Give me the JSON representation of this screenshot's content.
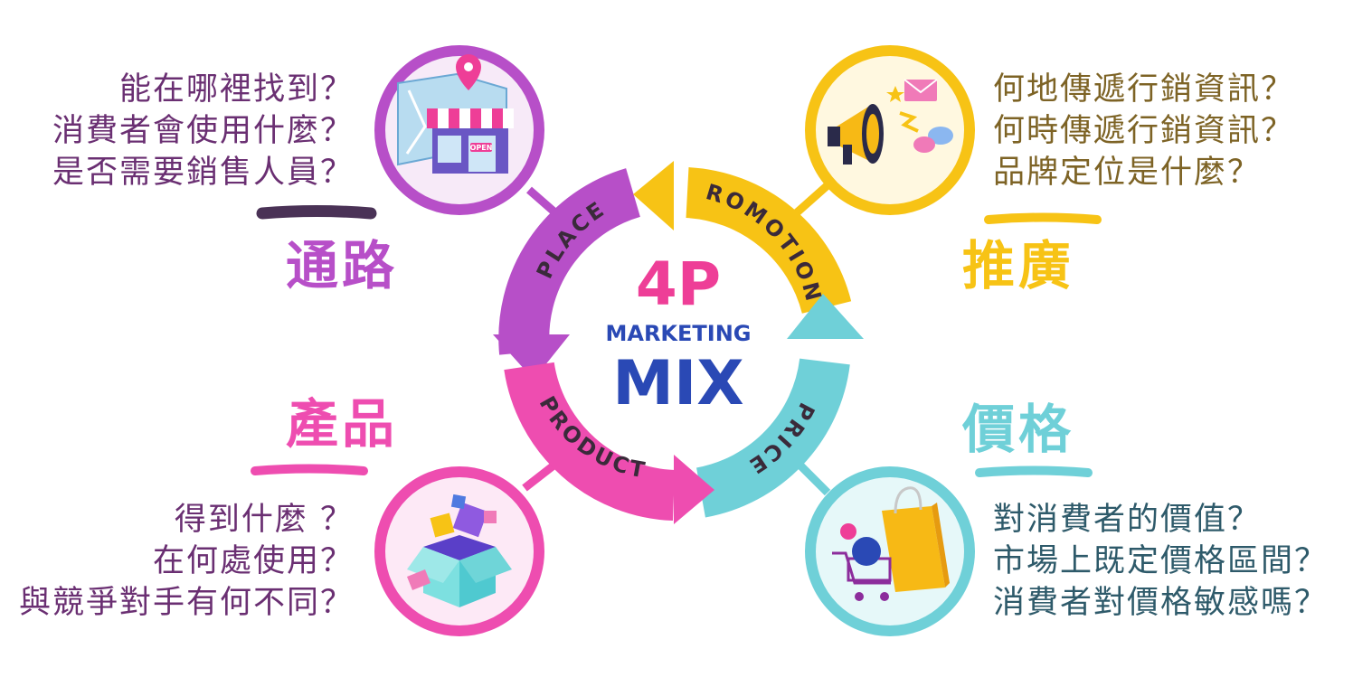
{
  "center": {
    "big": "4P",
    "middle": "MARKETING",
    "bottom": "MIX"
  },
  "arcs": {
    "place": "PLACE",
    "promotion": "PROMOTION",
    "price": "PRICE",
    "product": "PRODUCT"
  },
  "quadrants": {
    "place": {
      "title": "通路",
      "questions": [
        "能在哪裡找到？",
        "消費者會使用什麼？",
        "是否需要銷售人員？"
      ],
      "icon": "storefront-map-icon",
      "sign": "OPEN",
      "color": "#b74fc8"
    },
    "promotion": {
      "title": "推廣",
      "questions": [
        "何地傳遞行銷資訊？",
        "何時傳遞行銷資訊？",
        "品牌定位是什麼？"
      ],
      "icon": "megaphone-icon",
      "color": "#f7c315"
    },
    "product": {
      "title": "產品",
      "questions": [
        "得到什麼 ？",
        "在何處使用？",
        "與競爭對手有何不同？"
      ],
      "icon": "open-box-icon",
      "color": "#ee4db0"
    },
    "price": {
      "title": "價格",
      "questions": [
        "對消費者的價值？",
        "市場上既定價格區間？",
        "消費者對價格敏感嗎？"
      ],
      "icon": "shopping-cart-bag-icon",
      "color": "#6fd0d8"
    }
  }
}
